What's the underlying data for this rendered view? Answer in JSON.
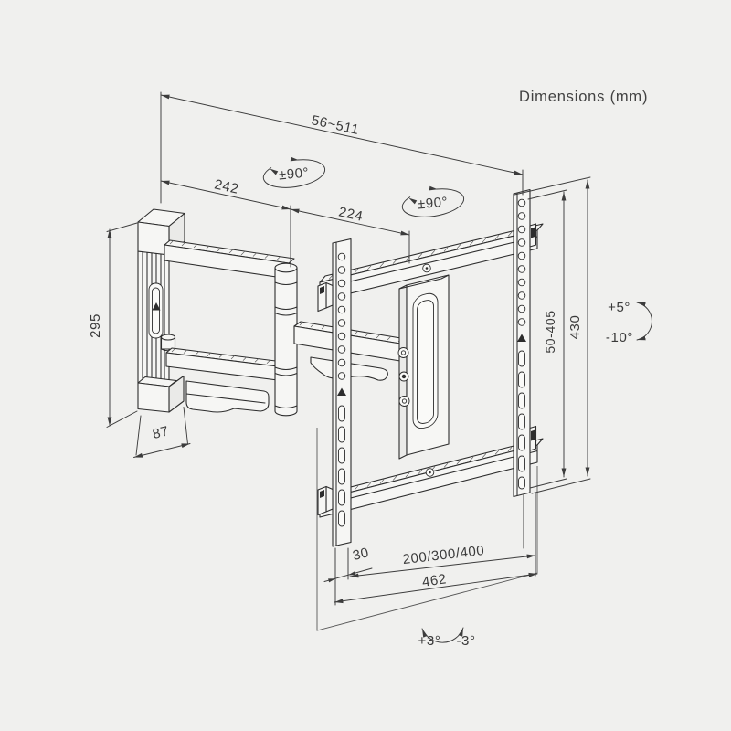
{
  "title": "Dimensions (mm)",
  "colors": {
    "background": "#f0f0ee",
    "line": "#2d2d2d",
    "dimension": "#3c3c3c"
  },
  "drawing": {
    "subject": "Full-motion articulating TV wall mount bracket, isometric technical drawing",
    "labels": {
      "extension_range": "56~511",
      "upper_arm_length": "242",
      "forearm_length": "224",
      "swivel_arm": "±90°",
      "swivel_plate": "±90°",
      "wall_plate_height": "295",
      "wall_plate_width": "87",
      "vesa_height_range": "50-405",
      "plate_height": "430",
      "tilt_up": "+5°",
      "tilt_down": "-10°",
      "rail_width": "30",
      "vesa_widths": "200/300/400",
      "plate_width": "462",
      "level_cw": "+3°",
      "level_ccw": "-3°"
    }
  }
}
